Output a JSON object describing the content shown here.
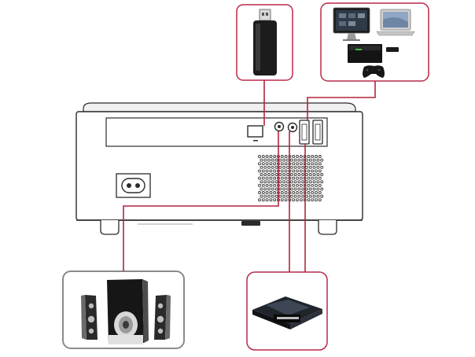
{
  "diagram": {
    "subject": "projector-rear-panel",
    "connections": [
      {
        "from": "usb-port",
        "to": "usb-flash-drive"
      },
      {
        "from": "hdmi-ports",
        "to": "computers-and-game-console"
      },
      {
        "from": "hdmi-ports",
        "to": "media-player"
      },
      {
        "from": "audio-out-jack",
        "to": "speakers"
      }
    ]
  },
  "colors": {
    "connector_line": "#b3243c",
    "callout_border_red": "#b8294a",
    "callout_border_grey": "#8a8a8a",
    "device_outline": "#2b2b2b",
    "device_body": "#ffffff",
    "vent_dot": "#3a3a3a"
  },
  "icons": [
    "usb-flash-drive-icon",
    "monitor-icon",
    "laptop-icon",
    "game-console-icon",
    "gamepad-icon",
    "speaker-icon",
    "subwoofer-icon",
    "media-player-icon",
    "power-socket-icon"
  ]
}
